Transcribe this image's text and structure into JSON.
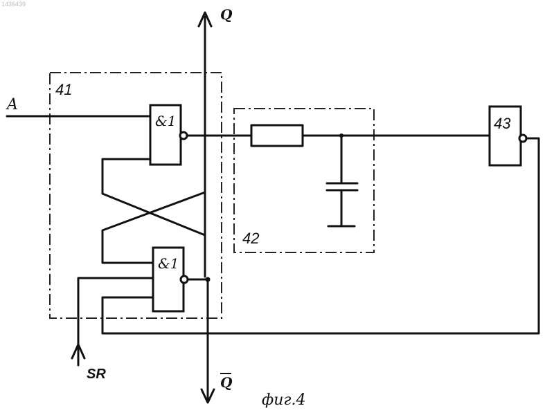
{
  "watermark": "1436439",
  "blocks": {
    "b41": "41",
    "b42": "42",
    "b43": "43"
  },
  "gate_symbol": "&1",
  "signals": {
    "input_a": "A",
    "output_q": "Q",
    "output_q_bar": "Q",
    "input_sr": "SR"
  },
  "figure_caption": "фиг.4"
}
